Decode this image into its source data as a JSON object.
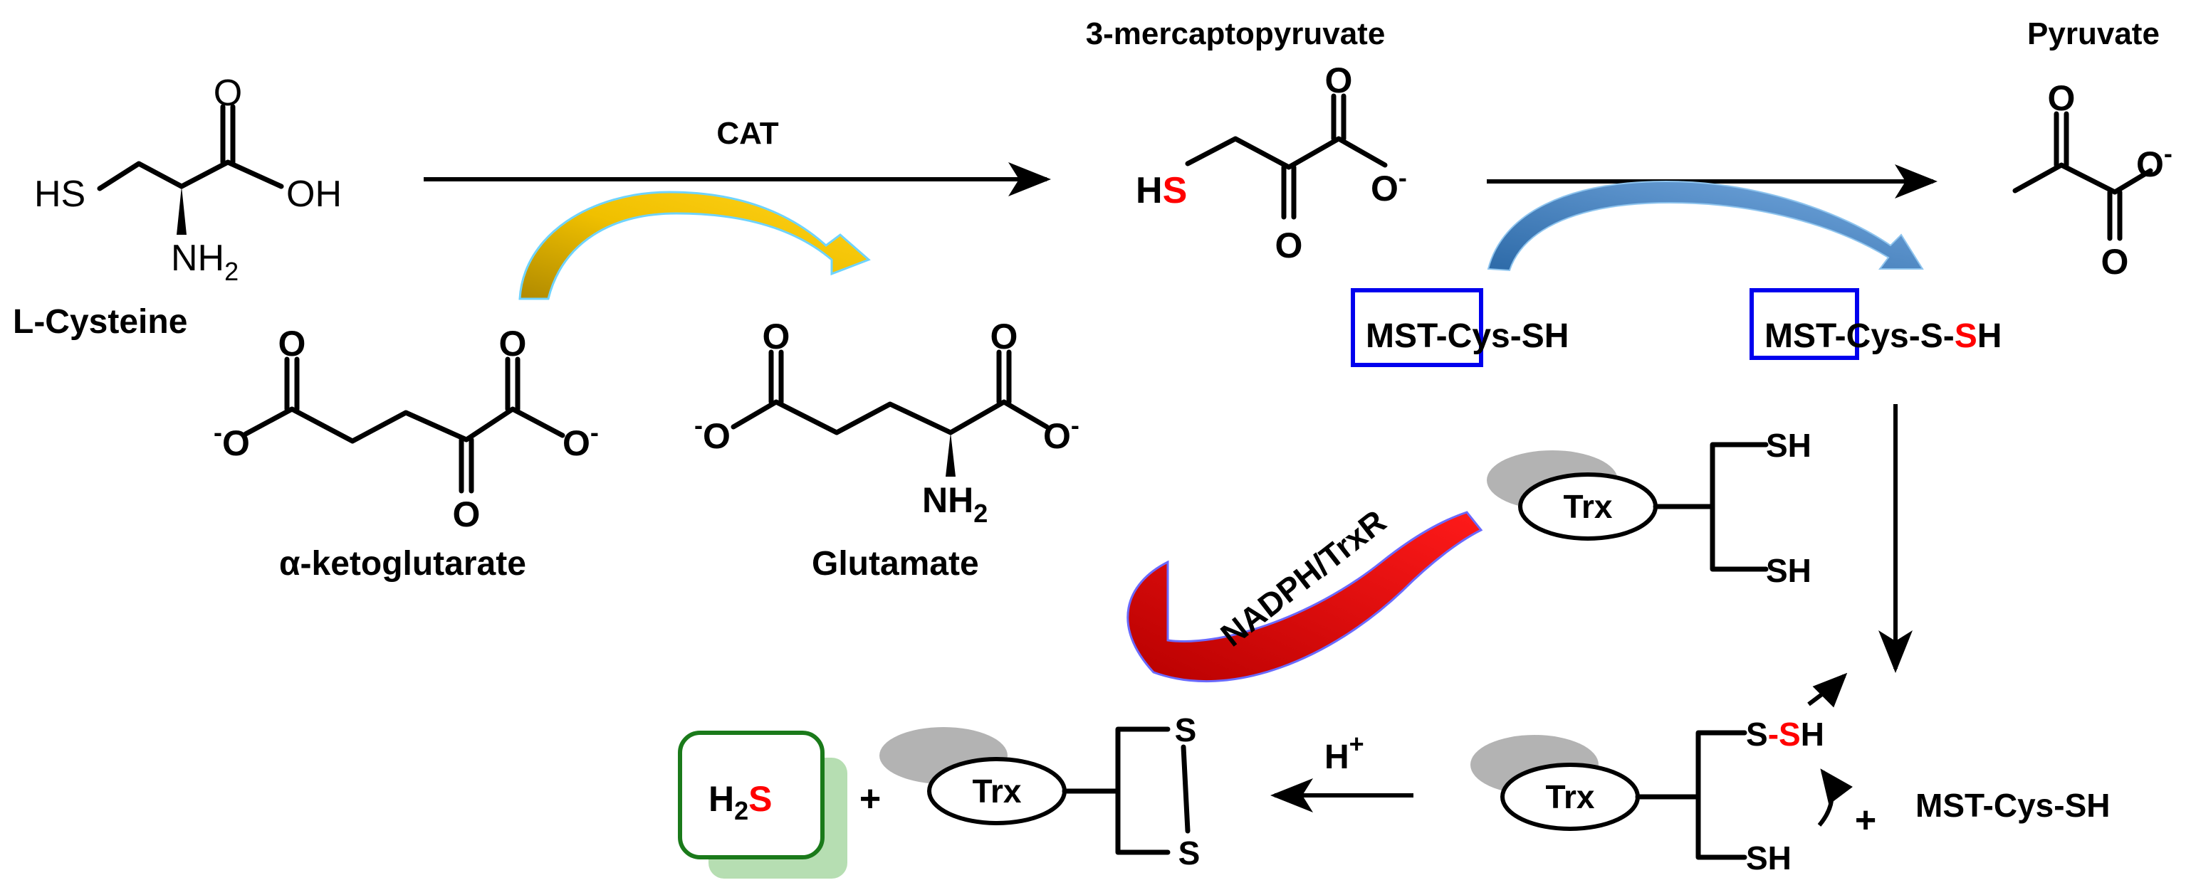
{
  "title_3mp": "3-mercaptopyruvate",
  "title_pyruvate": "Pyruvate",
  "lcys": {
    "name": "L-Cysteine",
    "hs": "HS",
    "oh": "OH",
    "o": "O",
    "nh": "NH",
    "nh_sub": "2"
  },
  "cat_label": "CAT",
  "akg": {
    "name": "α-ketoglutarate",
    "o": "O",
    "o_minus": "O",
    "minus": "-"
  },
  "glu": {
    "name": "Glutamate",
    "o": "O",
    "o_minus": "O",
    "minus": "-",
    "nh": "NH",
    "nh_sub": "2"
  },
  "mp": {
    "h": "H",
    "s": "S",
    "o": "O",
    "o_minus": "O",
    "minus": "-"
  },
  "pyr": {
    "o": "O",
    "o_minus": "O",
    "minus": "-"
  },
  "mst_sh": {
    "mst": "MST",
    "rest": "-Cys-SH"
  },
  "mst_ssh": {
    "mst": "MST",
    "mid": "-Cys-S-",
    "s": "S",
    "h": "H"
  },
  "nadph_label": "NADPH/TrxR",
  "trx_reduced": {
    "label": "Trx",
    "sh1": "SH",
    "sh2": "SH"
  },
  "trx_persulfide": {
    "label": "Trx",
    "s": "S",
    "dash": "-",
    "s_red": "S",
    "h": "H",
    "sh": "SH"
  },
  "plus_mst": "+",
  "mst_cys_sh": "MST-Cys-SH",
  "h_plus": {
    "h": "H",
    "sup": "+"
  },
  "trx_oxidized": {
    "label": "Trx",
    "s1": "S",
    "s2": "S"
  },
  "plus_trx": "+",
  "h2s": {
    "h": "H",
    "sub": "2",
    "s": "S"
  },
  "colors": {
    "red": "#ff0000",
    "blue_box": "#0000ee",
    "green_box": "#1a7a1a",
    "green_shadow": "#b6deb2",
    "gold_arrow": "#e6b400",
    "blue_arrow": "#4a86c6",
    "red_arrow": "#e00000",
    "gray_shadow": "#b3b3b3"
  }
}
